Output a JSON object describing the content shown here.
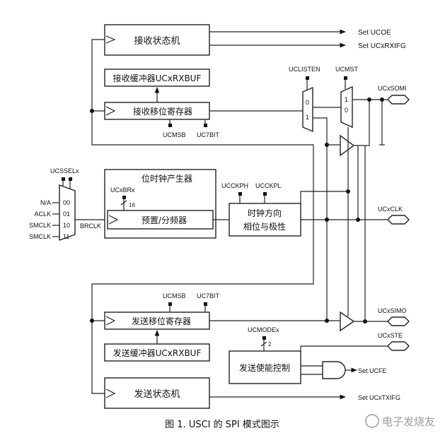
{
  "blocks": {
    "rx_state": "接收状态机",
    "rx_buf": "接收缓冲器UCxRXBUF",
    "rx_shift": "接收移位寄存器",
    "bit_clock": "位时钟产生器",
    "prescaler": "预置/分频器",
    "clk_dir": "时钟方向",
    "clk_pol": "相位与极性",
    "tx_shift": "发送移位寄存器",
    "tx_buf": "发送缓冲器UCxRXBUF",
    "tx_enable": "发送使能控制",
    "tx_state": "发送状态机"
  },
  "signals": {
    "ucoe": "Set UCOE",
    "ucrxifg": "Set UCxRXIFG",
    "uclisten": "UCLISTEN",
    "ucmst": "UCMST",
    "ucsomi": "UCxSOMI",
    "ucmsb_rx": "UCMSB",
    "uc7bit_rx": "UC7BIT",
    "ucssel": "UCSSELx",
    "ucbrx": "UCxBRx",
    "bus16": "16",
    "ucckph": "UCCKPH",
    "ucckpl": "UCCKPL",
    "ucclk": "UCxCLK",
    "brclk": "BRCLK",
    "mux_in": [
      "N/A",
      "ACLK",
      "SMCLK",
      "SMCLK"
    ],
    "mux_sel": [
      "00",
      "01",
      "10",
      "11"
    ],
    "mux_zero": "0",
    "mux_one": "1",
    "ucmsb_tx": "UCMSB",
    "uc7bit_tx": "UC7BIT",
    "ucsimo": "UCxSIMO",
    "ucmode": "UCMODEx",
    "bus2": "2",
    "ucste": "UCxSTE",
    "ucfe": "Set UCFE",
    "uctxifg": "Set UCxTXIFG"
  },
  "caption": "图 1. USCI 的 SPI 模式图示",
  "watermark": "电子发烧友"
}
